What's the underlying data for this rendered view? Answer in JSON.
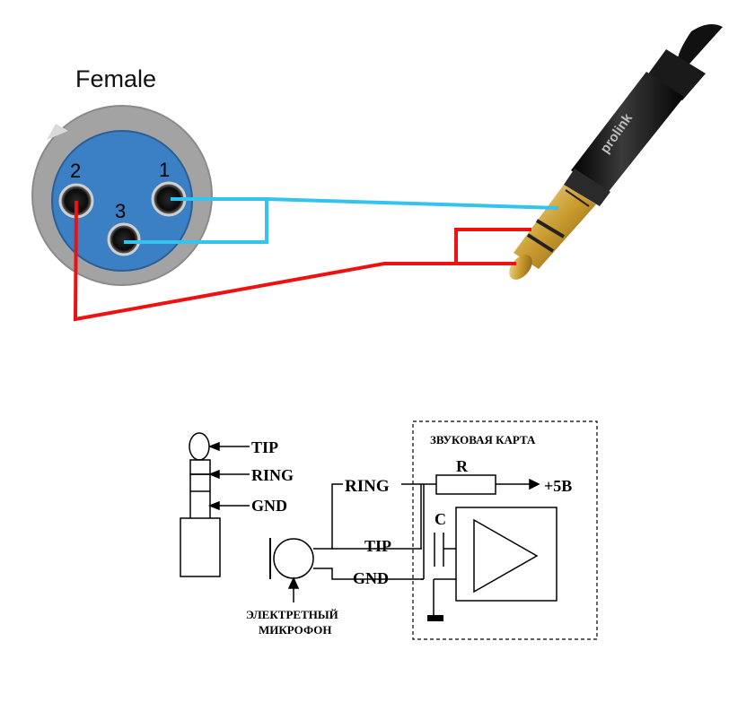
{
  "top": {
    "connector_label": "Female",
    "pin_labels": [
      "1",
      "2",
      "3"
    ],
    "brand": "prolink",
    "colors": {
      "signal_wire": "#33c3ee",
      "ground_wire": "#ee1111",
      "connector_shell": "#9a9a9a",
      "connector_insert": "#3b7fc4"
    }
  },
  "bottom": {
    "jack_labels": {
      "tip": "TIP",
      "ring": "RING",
      "gnd": "GND"
    },
    "circuit_labels": {
      "ring": "RING",
      "tip": "TIP",
      "gnd": "GND"
    },
    "soundcard_title": "ЗВУКОВАЯ КАРТА",
    "resistor": "R",
    "capacitor": "C",
    "supply": "+5В",
    "mic_caption_line1": "ЭЛЕКТРЕТНЫЙ",
    "mic_caption_line2": "МИКРОФОН"
  }
}
